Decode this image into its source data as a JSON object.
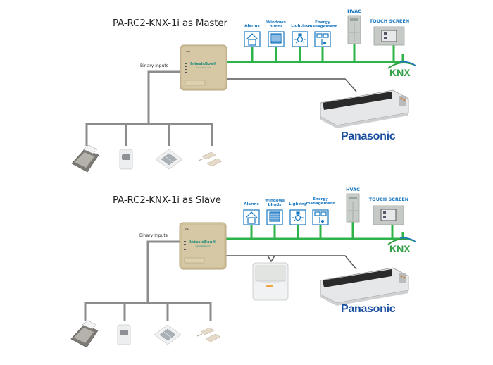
{
  "diagrams": [
    {
      "title": "PA-RC2-KNX-1i as Master",
      "binary_inputs_label": "Binary Inputs",
      "gateway": {
        "brand": "IntesisBox",
        "url": "www.intesis.com",
        "model": "PA-RC2-KNX-1i"
      },
      "knx_devices": [
        {
          "label_line1": "Alarms",
          "label_line2": "",
          "icon": "alarm-house-icon"
        },
        {
          "label_line1": "Windows",
          "label_line2": "blinds",
          "icon": "window-blinds-icon"
        },
        {
          "label_line1": "Lighting",
          "label_line2": "",
          "icon": "light-bulb-icon"
        },
        {
          "label_line1": "Energy",
          "label_line2": "management",
          "icon": "energy-meter-icon"
        },
        {
          "label_line1": "HVAC",
          "label_line2": "",
          "icon": "hvac-panel-icon"
        },
        {
          "label_line1": "TOUCH SCREEN",
          "label_line2": "",
          "icon": "touch-screen-icon"
        }
      ],
      "knx_logo": "KNX",
      "ac_brand": "Panasonic",
      "has_remote_controller": false,
      "binary_input_devices": [
        "card-holder-switch-icon",
        "motion-sensor-icon",
        "wall-switch-icon",
        "door-contact-icon"
      ]
    },
    {
      "title": "PA-RC2-KNX-1i as Slave",
      "binary_inputs_label": "Binary Inputs",
      "gateway": {
        "brand": "IntesisBox",
        "url": "www.intesis.com",
        "model": "PA-RC2-KNX-1i"
      },
      "knx_devices": [
        {
          "label_line1": "Alarms",
          "label_line2": "",
          "icon": "alarm-house-icon"
        },
        {
          "label_line1": "Windows",
          "label_line2": "blinds",
          "icon": "window-blinds-icon"
        },
        {
          "label_line1": "Lighting",
          "label_line2": "",
          "icon": "light-bulb-icon"
        },
        {
          "label_line1": "Energy",
          "label_line2": "management",
          "icon": "energy-meter-icon"
        },
        {
          "label_line1": "HVAC",
          "label_line2": "",
          "icon": "hvac-panel-icon"
        },
        {
          "label_line1": "TOUCH SCREEN",
          "label_line2": "",
          "icon": "touch-screen-icon"
        }
      ],
      "knx_logo": "KNX",
      "ac_brand": "Panasonic",
      "has_remote_controller": true,
      "binary_input_devices": [
        "card-holder-switch-icon",
        "motion-sensor-icon",
        "wall-switch-icon",
        "door-contact-icon"
      ]
    }
  ],
  "colors": {
    "knx_bus": "#2db34a",
    "wire": "#8c8c8c",
    "icon_blue": "#1a78c2",
    "gateway_body": "#cfc09a",
    "panasonic_blue": "#1b4fa0",
    "knx_green": "#2f9e44"
  }
}
